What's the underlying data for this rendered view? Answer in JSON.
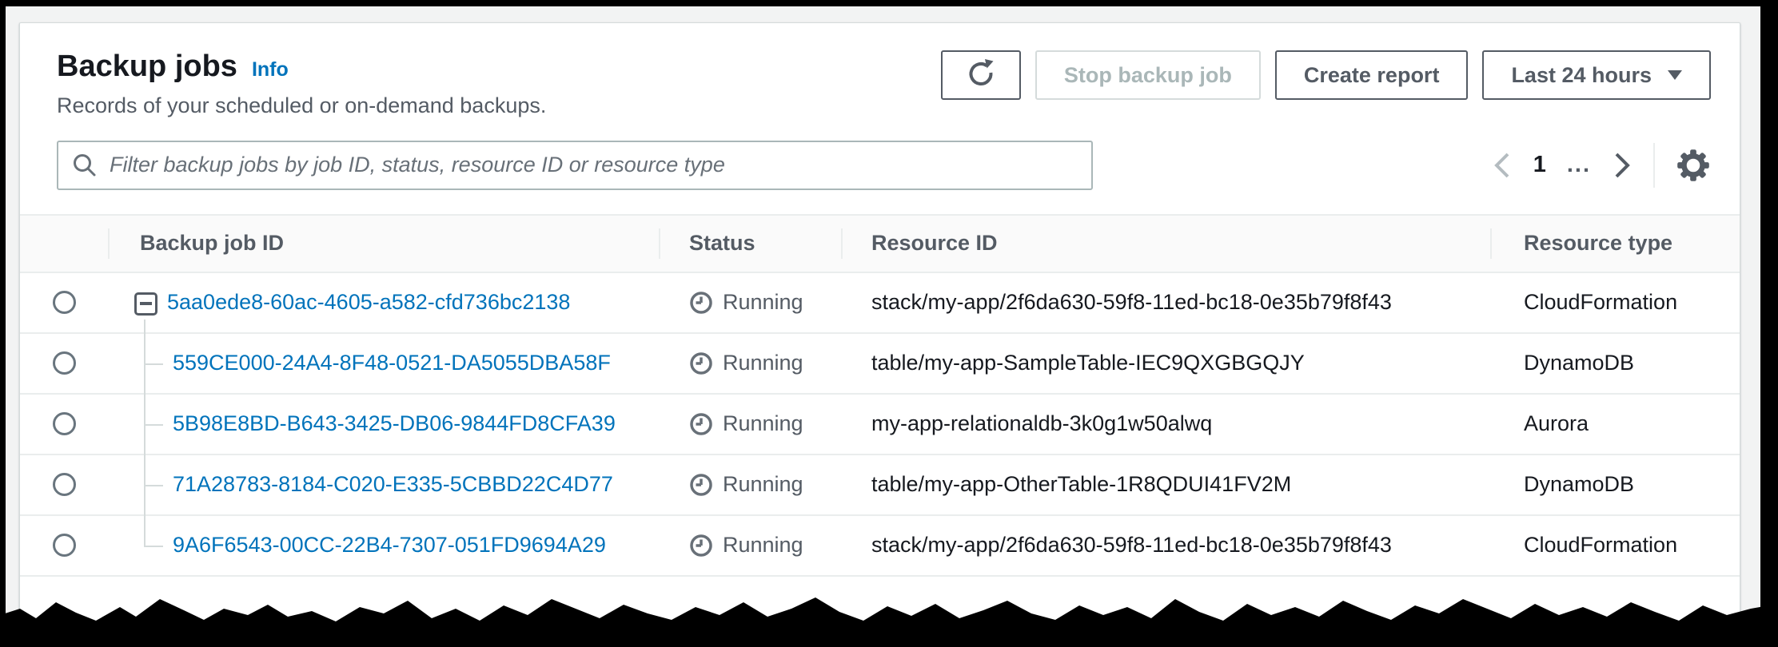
{
  "header": {
    "title": "Backup jobs",
    "info_label": "Info",
    "subtitle": "Records of your scheduled or on-demand backups.",
    "buttons": {
      "refresh_icon": "refresh-icon",
      "stop_label": "Stop backup job",
      "create_report_label": "Create report",
      "time_range_label": "Last 24 hours"
    }
  },
  "filter": {
    "placeholder": "Filter backup jobs by job ID, status, resource ID or resource type",
    "value": ""
  },
  "pagination": {
    "current_page": "1",
    "ellipsis": "...",
    "prev_icon": "chevron-left-icon",
    "next_icon": "chevron-right-icon",
    "settings_icon": "gear-icon"
  },
  "table": {
    "columns": [
      "Backup job ID",
      "Status",
      "Resource ID",
      "Resource type"
    ],
    "rows": [
      {
        "id": "5aa0ede8-60ac-4605-a582-cfd736bc2138",
        "status": "Running",
        "resource_id": "stack/my-app/2f6da630-59f8-11ed-bc18-0e35b79f8f43",
        "resource_type": "CloudFormation",
        "is_parent": true
      },
      {
        "id": "559CE000-24A4-8F48-0521-DA5055DBA58F",
        "status": "Running",
        "resource_id": "table/my-app-SampleTable-IEC9QXGBGQJY",
        "resource_type": "DynamoDB",
        "is_parent": false
      },
      {
        "id": "5B98E8BD-B643-3425-DB06-9844FD8CFA39",
        "status": "Running",
        "resource_id": "my-app-relationaldb-3k0g1w50alwq",
        "resource_type": "Aurora",
        "is_parent": false
      },
      {
        "id": "71A28783-8184-C020-E335-5CBBD22C4D77",
        "status": "Running",
        "resource_id": "table/my-app-OtherTable-1R8QDUI41FV2M",
        "resource_type": "DynamoDB",
        "is_parent": false
      },
      {
        "id": "9A6F6543-00CC-22B4-7307-051FD9694A29",
        "status": "Running",
        "resource_id": "stack/my-app/2f6da630-59f8-11ed-bc18-0e35b79f8f43",
        "resource_type": "CloudFormation",
        "is_parent": false
      }
    ],
    "status_icon": "in-progress-clock-icon"
  },
  "colors": {
    "link_blue": "#0073bb",
    "text_dark": "#16191f",
    "text_gray": "#545b64",
    "icon_gray": "#687078",
    "disabled_text": "#aab7b8",
    "disabled_border": "#d5dbdb",
    "line": "#eaeded",
    "header_bg": "#fafafa",
    "page_bg": "#f2f3f3",
    "frame": "#000000"
  }
}
